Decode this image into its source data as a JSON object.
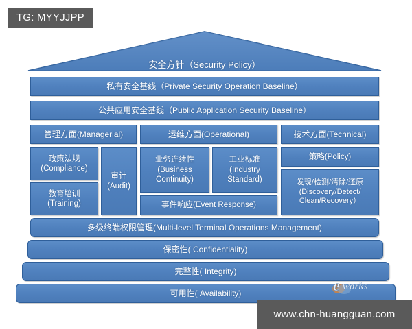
{
  "overlay": {
    "tg_tag": "TG: MYYJJPP",
    "url_tag": "www.chn-huangguan.com"
  },
  "watermark": {
    "logo_text": "eworks",
    "logo_initial": "e"
  },
  "colors": {
    "block_fill": "#4f80bd",
    "block_fill_light": "#5c8dc8",
    "block_border": "#2f5f9a",
    "tag_background": "#5a5a5a",
    "tag_text": "#ffffff",
    "page_background": "#ffffff"
  },
  "diagram": {
    "type": "pyramid-layered-framework",
    "roof": {
      "label": "安全方针（Security Policy）",
      "cn": "安全方针",
      "en": "Security Policy"
    },
    "baselines": [
      {
        "label": "私有安全基线（Private Security Operation Baseline）",
        "cn": "私有安全基线",
        "en": "Private Security Operation Baseline"
      },
      {
        "label": "公共应用安全基线（Public Application Security Baseline）",
        "cn": "公共应用安全基线",
        "en": "Public Application Security Baseline"
      }
    ],
    "pillars": [
      {
        "header": "管理方面(Managerial)",
        "header_cn": "管理方面",
        "header_en": "Managerial",
        "items": [
          "政策法规\n(Compliance)",
          "教育培训\n(Training)",
          "审计\n(Audit)"
        ]
      },
      {
        "header": "运维方面(Operational)",
        "header_cn": "运维方面",
        "header_en": "Operational",
        "items": [
          "业务连续性\n(Business Continuity)",
          "工业标准\n(Industry Standard)",
          "事件响应(Event Response)"
        ]
      },
      {
        "header": "技术方面(Technical)",
        "header_cn": "技术方面",
        "header_en": "Technical",
        "items": [
          "策略(Policy)",
          "发现/检测/清除/还原\n(Discovery/Detect/Clean/Recovery）"
        ]
      }
    ],
    "cells": {
      "compliance": "政策法规\n(Compliance)",
      "compliance_cn": "政策法规",
      "compliance_en": "(Compliance)",
      "training_cn": "教育培训",
      "training_en": "(Training)",
      "audit_cn": "审计",
      "audit_en": "(Audit)",
      "business_continuity_cn": "业务连续性",
      "business_continuity_en_1": "(Business",
      "business_continuity_en_2": "Continuity)",
      "industry_standard_cn": "工业标准",
      "industry_standard_en_1": "(Industry",
      "industry_standard_en_2": "Standard)",
      "event_response": "事件响应(Event Response)",
      "policy": "策略(Policy)",
      "discovery_cn": "发现/检测/清除/还原",
      "discovery_en_1": "(Discovery/Detect/",
      "discovery_en_2": "Clean/Recovery）"
    },
    "base_layers": [
      {
        "label": "多级终端权限管理(Multi-level Terminal Operations Management)",
        "cn": "多级终端权限管理",
        "en": "Multi-level Terminal Operations Management"
      },
      {
        "label": "保密性( Confidentiality)",
        "cn": "保密性",
        "en": "Confidentiality"
      },
      {
        "label": "完整性( Integrity)",
        "cn": "完整性",
        "en": "Integrity"
      },
      {
        "label": "可用性( Availability)",
        "cn": "可用性",
        "en": "Availability"
      }
    ]
  }
}
